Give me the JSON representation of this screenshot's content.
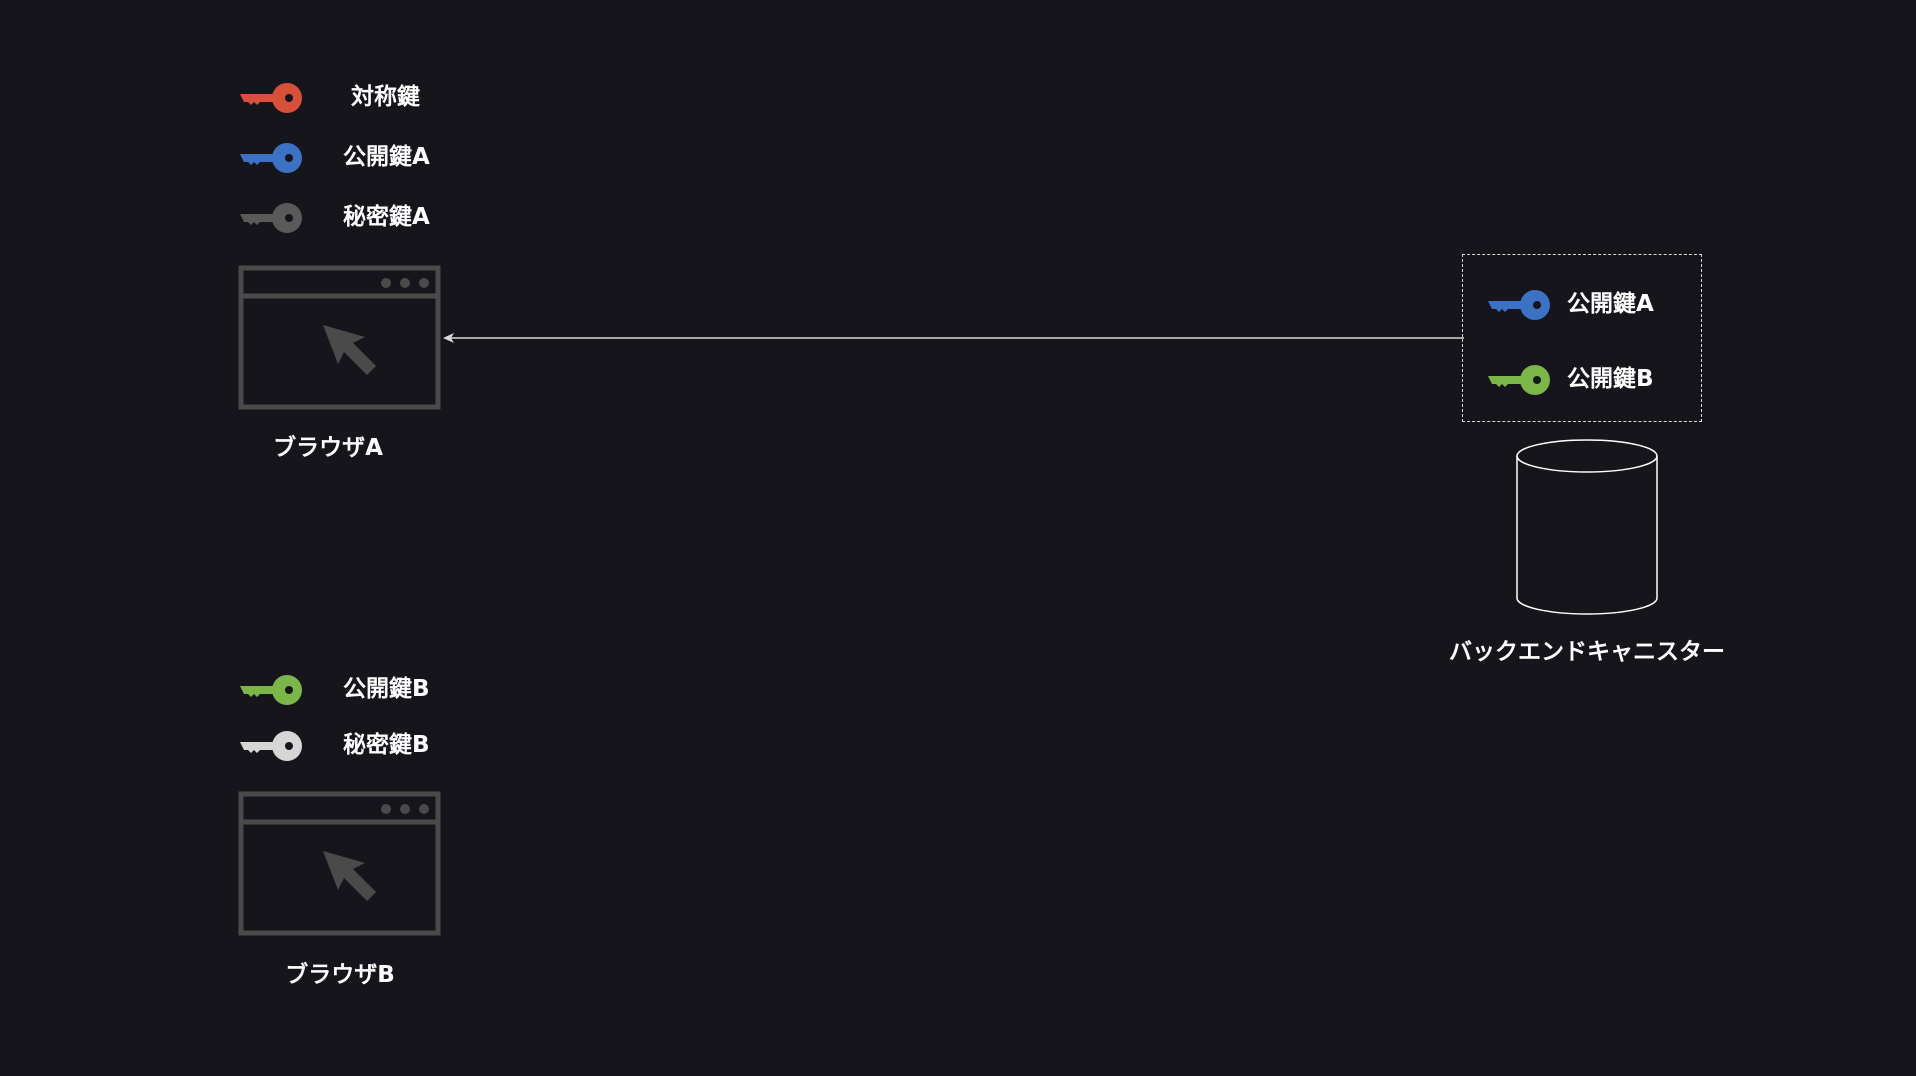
{
  "diagram": {
    "legend_browser_a": {
      "items": [
        {
          "icon": "key-icon",
          "color": "#d9503a",
          "label": "対称鍵"
        },
        {
          "icon": "key-icon",
          "color": "#3b72c4",
          "label": "公開鍵A"
        },
        {
          "icon": "key-icon",
          "color": "#5a5a5a",
          "label": "秘密鍵A"
        }
      ]
    },
    "browser_a": {
      "label": "ブラウザA"
    },
    "legend_browser_b": {
      "items": [
        {
          "icon": "key-icon",
          "color": "#7ab648",
          "label": "公開鍵B"
        },
        {
          "icon": "key-icon",
          "color": "#d6d6d6",
          "label": "秘密鍵B"
        }
      ]
    },
    "browser_b": {
      "label": "ブラウザB"
    },
    "backend": {
      "label": "バックエンドキャニスター",
      "stored_keys": [
        {
          "icon": "key-icon",
          "color": "#3b72c4",
          "label": "公開鍵A"
        },
        {
          "icon": "key-icon",
          "color": "#7ab648",
          "label": "公開鍵B"
        }
      ]
    },
    "arrow": {
      "from": "backend",
      "to": "browser_a"
    },
    "colors": {
      "background": "#17151c",
      "browser_frame": "#4a4a4a",
      "text": "#ffffff",
      "line": "#d9d9d9"
    }
  }
}
